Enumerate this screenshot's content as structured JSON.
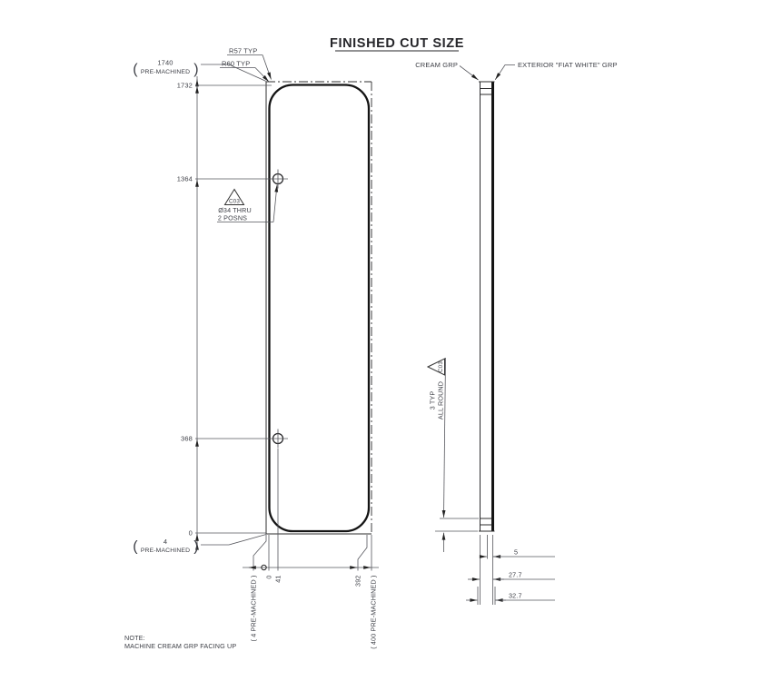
{
  "title": "FINISHED CUT SIZE",
  "front_view": {
    "left_dims": {
      "pre_machined_top": {
        "bracket_l": "(",
        "value": "1740",
        "label": "PRE-MACHINED",
        "bracket_r": ")"
      },
      "height_finished": "1732",
      "hole_upper": "1364",
      "hole_lower": "368",
      "datum": "0",
      "pre_machined_bottom": {
        "bracket_l": "(",
        "value": "4",
        "label": "PRE-MACHINED",
        "bracket_r": ")"
      }
    },
    "radius_notes": {
      "r57": "R57 TYP",
      "r60": "R60 TYP"
    },
    "hole_note": {
      "flag": "C03",
      "line1": "Ø34 THRU",
      "line2": "2 POSNS"
    },
    "bottom_dims": {
      "pre_machined_left": "( 4 PRE-MACHINED )",
      "datum": "0",
      "hole_x": "41",
      "width_finished": "392",
      "pre_machined_right": "( 400 PRE-MACHINED )"
    }
  },
  "side_view": {
    "layer_left": "CREAM GRP",
    "layer_right": "EXTERIOR \"FIAT WHITE\" GRP",
    "edge_note": {
      "flag": "C03",
      "line1": "3 TYP",
      "line2": "ALL ROUND"
    },
    "thickness_dims": {
      "skin": "5",
      "finished": "27.7",
      "pre_machined": "32.7"
    }
  },
  "note": {
    "heading": "NOTE:",
    "body": "MACHINE CREAM GRP FACING UP"
  },
  "colors": {
    "line": "#141414",
    "dim_line": "#55565c",
    "text": "#3c3e45",
    "background": "#ffffff"
  }
}
